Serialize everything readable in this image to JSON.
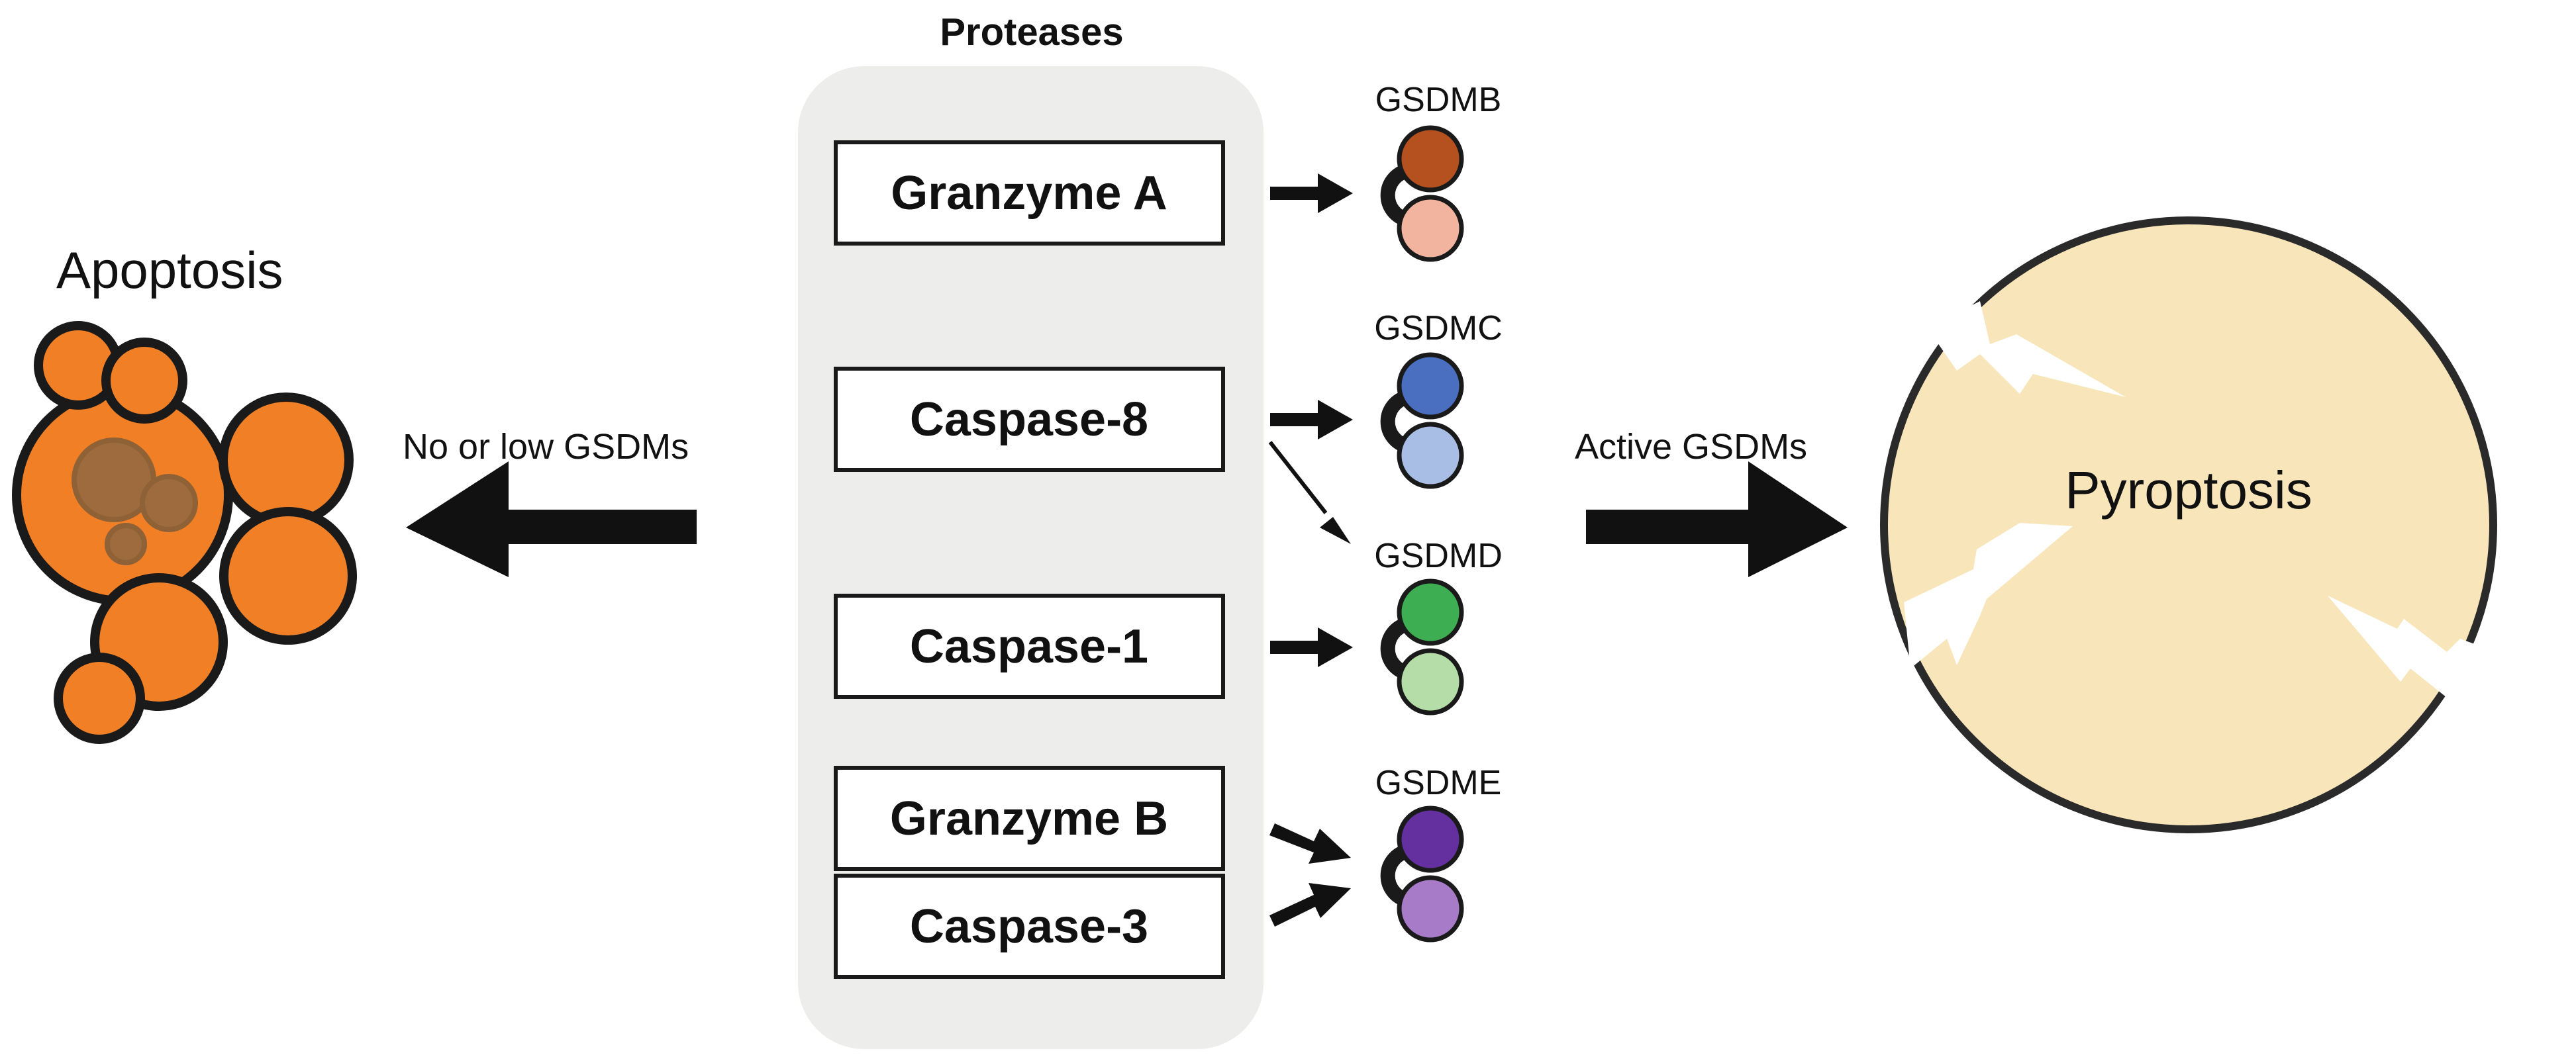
{
  "title": "Proteases",
  "left": {
    "label": "Apoptosis",
    "arrow_label": "No or low GSDMs"
  },
  "right": {
    "label": "Pyroptosis",
    "arrow_label": "Active GSDMs"
  },
  "proteases": [
    "Granzyme A",
    "Caspase-8",
    "Caspase-1",
    "Granzyme B",
    "Caspase-3"
  ],
  "gasdermins": [
    {
      "name": "GSDMB",
      "top_color": "#B5511E",
      "bottom_color": "#F2B49E"
    },
    {
      "name": "GSDMC",
      "top_color": "#4A6FC0",
      "bottom_color": "#A9BEE4"
    },
    {
      "name": "GSDMD",
      "top_color": "#3DAE51",
      "bottom_color": "#B5DDA8"
    },
    {
      "name": "GSDME",
      "top_color": "#6430A0",
      "bottom_color": "#A77BC8"
    }
  ],
  "colors": {
    "apoptosis_cell": "#F07F25",
    "apoptosis_organelle": "#9A6A40",
    "pyroptosis_cell": "#F8E6BA",
    "protease_panel": "#EDEDEC",
    "outline": "#1A1A1A"
  }
}
